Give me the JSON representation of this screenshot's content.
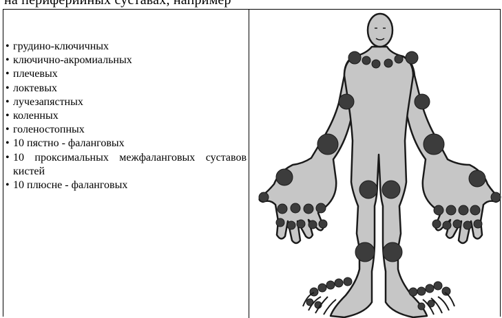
{
  "header_fragment": "на периферийных суставах, например",
  "joints": [
    "грудино-ключичных",
    "ключично-акромиальных",
    "плечевых",
    "локтевых",
    "лучезапястных",
    "коленных",
    "голеностопных",
    "10 пястно - фаланговых",
    "10 проксимальных межфаланговых суставов кистей",
    "10 плюсне - фаланговых"
  ],
  "colors": {
    "body_fill": "#c6c6c6",
    "body_outline": "#1a1a1a",
    "joint_marker": "#3c3c3c",
    "background": "#ffffff"
  },
  "figure": {
    "icon": "human-body-joints-diagram"
  }
}
